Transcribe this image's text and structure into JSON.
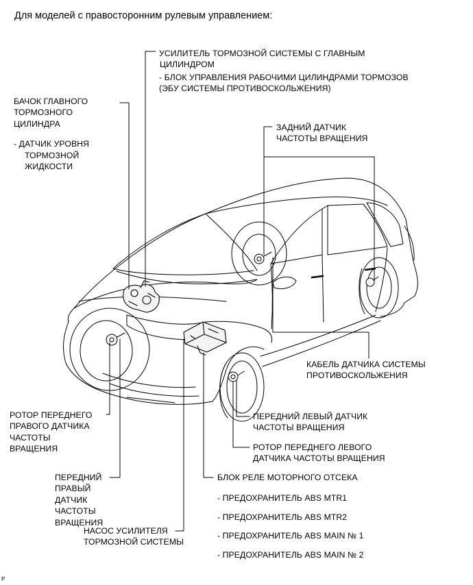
{
  "heading": "Для моделей с правосторонним рулевым управлением:",
  "figure_id": "P",
  "labels": {
    "booster": "УСИЛИТЕЛЬ ТОРМОЗНОЙ СИСТЕМЫ С ГЛАВНЫМ",
    "booster_cont": "ЦИЛИНДРОМ",
    "booster_sub1": "- БЛОК УПРАВЛЕНИЯ РАБОЧИМИ ЦИЛИНДРАМИ ТОРМОЗОВ",
    "booster_sub2": "(ЭБУ СИСТЕМЫ ПРОТИВОСКОЛЬЖЕНИЯ)",
    "reservoir": [
      "БАЧОК ГЛАВНОГО",
      "ТОРМОЗНОГО",
      "ЦИЛИНДРА"
    ],
    "reservoir_sub": [
      "-  ДАТЧИК УРОВНЯ",
      "ТОРМОЗНОЙ",
      "ЖИДКОСТИ"
    ],
    "rear_sensor": [
      "ЗАДНИЙ ДАТЧИК",
      "ЧАСТОТЫ ВРАЩЕНИЯ"
    ],
    "skid_cable": [
      "КАБЕЛЬ ДАТЧИКА СИСТЕМЫ",
      "ПРОТИВОСКОЛЬЖЕНИЯ"
    ],
    "front_right_rotor": [
      "РОТОР ПЕРЕДНЕГО",
      "ПРАВОГО ДАТЧИКА",
      "ЧАСТОТЫ",
      "ВРАЩЕНИЯ"
    ],
    "front_left_sensor": [
      "ПЕРЕДНИЙ ЛЕВЫЙ ДАТЧИК",
      "ЧАСТОТЫ ВРАЩЕНИЯ"
    ],
    "front_left_rotor": [
      "РОТОР ПЕРЕДНЕГО ЛЕВОГО",
      "ДАТЧИКА ЧАСТОТЫ ВРАЩЕНИЯ"
    ],
    "front_right_sensor": [
      "ПЕРЕДНИЙ",
      "ПРАВЫЙ",
      "ДАТЧИК",
      "ЧАСТОТЫ",
      "ВРАЩЕНИЯ"
    ],
    "relay_block": "БЛОК РЕЛЕ МОТОРНОГО ОТСЕКА",
    "relay_items": [
      "- ПРЕДОХРАНИТЕЛЬ ABS MTR1",
      "- ПРЕДОХРАНИТЕЛЬ ABS MTR2",
      "- ПРЕДОХРАНИТЕЛЬ ABS MAIN № 1",
      "- ПРЕДОХРАНИТЕЛЬ ABS MAIN № 2"
    ],
    "pump": [
      "НАСОС УСИЛИТЕЛЯ",
      "ТОРМОЗНОЙ СИСТЕМЫ"
    ]
  }
}
